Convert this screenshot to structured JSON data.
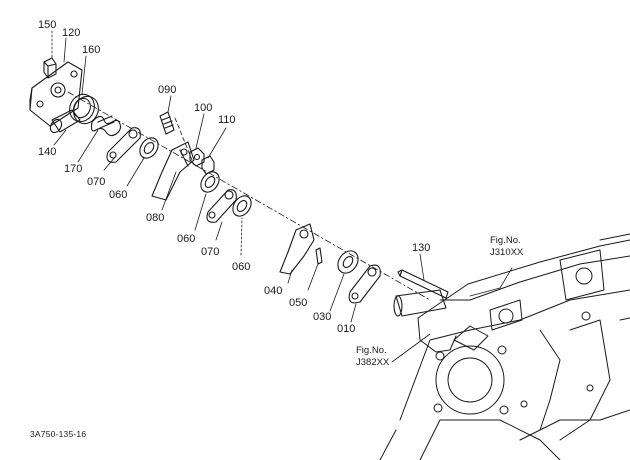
{
  "parts": {
    "p150": "150",
    "p120": "120",
    "p160": "160",
    "p140": "140",
    "p170": "170",
    "p070a": "070",
    "p060a": "060",
    "p090": "090",
    "p100": "100",
    "p110": "110",
    "p080": "080",
    "p060b": "060",
    "p070b": "070",
    "p060c": "060",
    "p130": "130",
    "p040": "040",
    "p050": "050",
    "p030": "030",
    "p010": "010"
  },
  "refs": {
    "j310_line1": "Fig.No.",
    "j310_line2": "J310XX",
    "j382_line1": "Fig.No.",
    "j382_line2": "J382XX"
  },
  "drawing_code": "3A750-135-16"
}
